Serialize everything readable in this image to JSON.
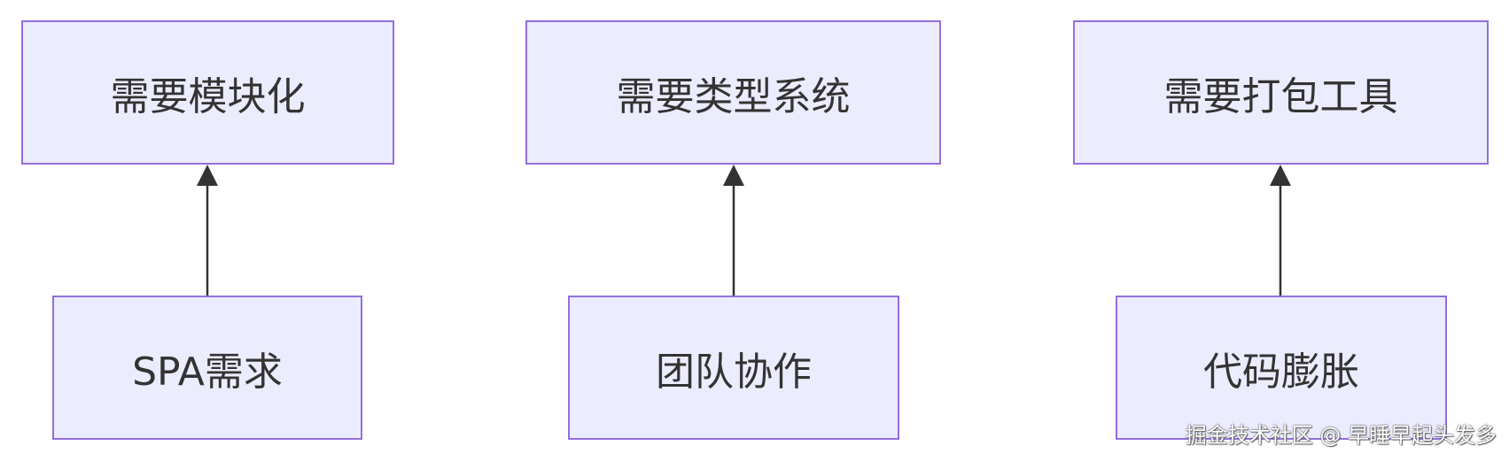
{
  "diagram": {
    "nodes": {
      "n1_top": "需要模块化",
      "n2_top": "需要类型系统",
      "n3_top": "需要打包工具",
      "n1_bottom": "SPA需求",
      "n2_bottom": "团队协作",
      "n3_bottom": "代码膨胀"
    },
    "edges": [
      {
        "from": "SPA需求",
        "to": "需要模块化"
      },
      {
        "from": "团队协作",
        "to": "需要类型系统"
      },
      {
        "from": "代码膨胀",
        "to": "需要打包工具"
      }
    ],
    "colors": {
      "node_fill": "#ECECFF",
      "node_border": "#9370DB",
      "edge": "#333333",
      "text": "#333333"
    }
  },
  "watermark": "掘金技术社区 @ 早睡早起头发多"
}
